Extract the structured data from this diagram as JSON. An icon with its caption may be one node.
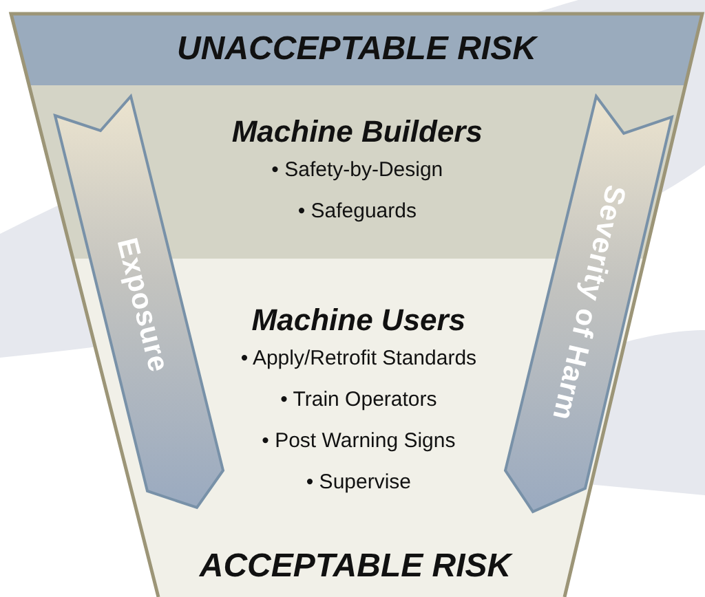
{
  "diagram": {
    "nodes": [
      {
        "text": [
          "UNACCEPTABLE RISK"
        ]
      },
      {
        "text": [
          "Machine Builders",
          "• Safety-by-Design",
          "• Safeguards"
        ]
      },
      {
        "text": [
          "Machine Users",
          "• Apply/Retrofit Standards",
          "• Train Operators",
          "• Post Warning Signs",
          "• Supervise"
        ]
      },
      {
        "text": [
          "Exposure"
        ]
      },
      {
        "text": [
          "Severity of Harm"
        ]
      }
    ],
    "labels": [
      "ACCEPTABLE RISK"
    ]
  }
}
